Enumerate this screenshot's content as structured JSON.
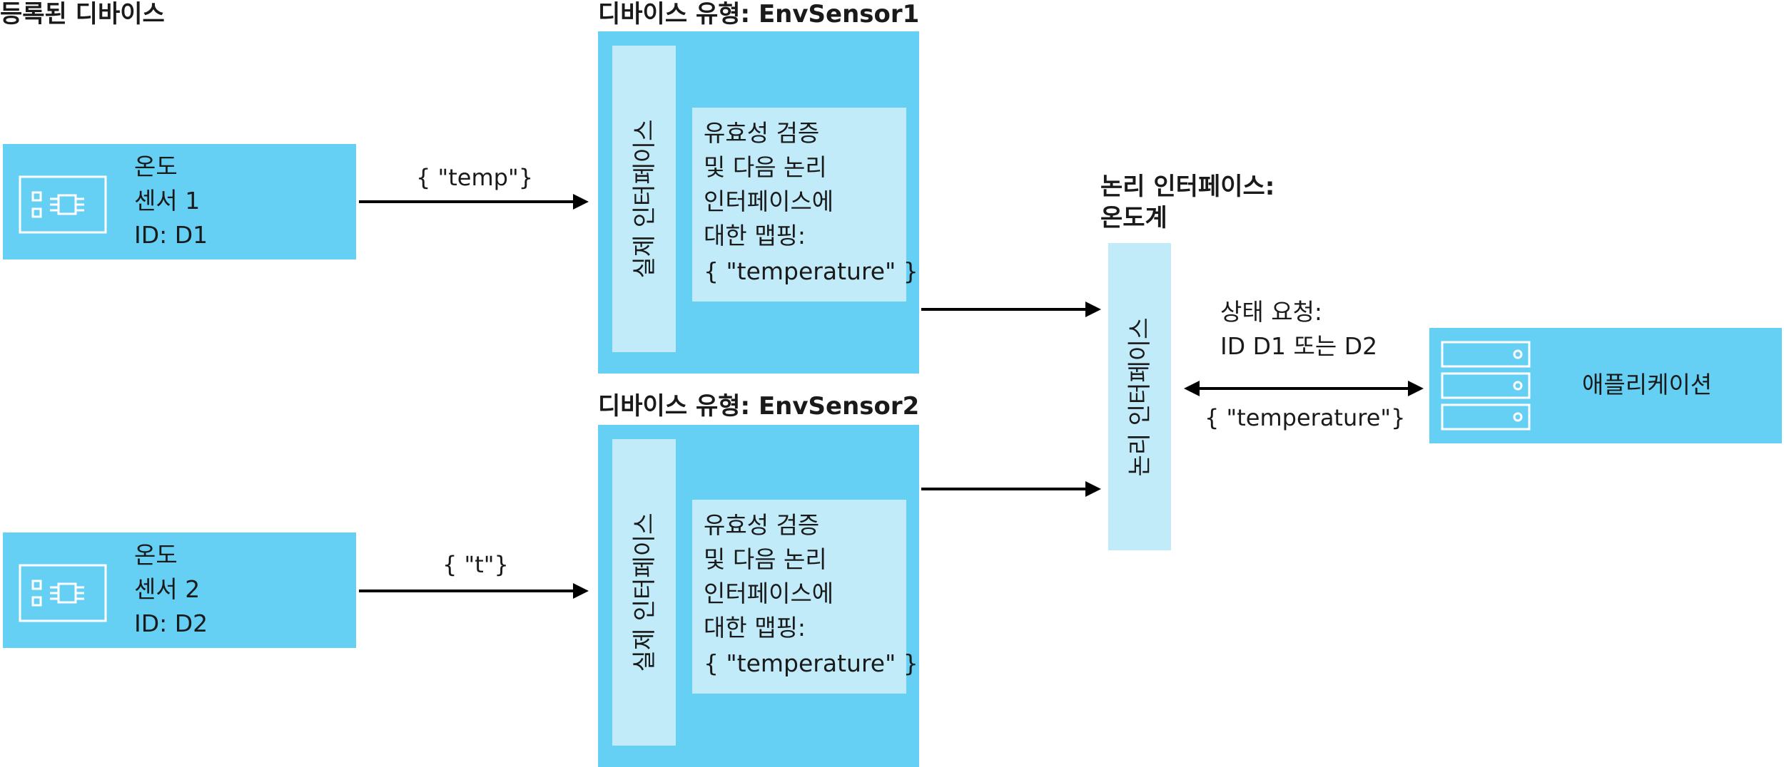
{
  "registered_devices_title": "등록된 디바이스",
  "devices": [
    {
      "line1": "온도",
      "line2": "센서 1",
      "line3": "ID: D1",
      "payload": "{ \"temp\"}"
    },
    {
      "line1": "온도",
      "line2": "센서 2",
      "line3": "ID: D2",
      "payload": "{ \"t\"}"
    }
  ],
  "device_types": [
    {
      "title": "디바이스 유형: EnvSensor1",
      "physical_interface": "실제 인터페이스",
      "mapping_lines": [
        "유효성 검증",
        "및 다음 논리",
        "인터페이스에",
        "대한 맵핑:"
      ],
      "mapping_code": "{ \"temperature\" }"
    },
    {
      "title": "디바이스 유형: EnvSensor2",
      "physical_interface": "실제 인터페이스",
      "mapping_lines": [
        "유효성 검증",
        "및 다음 논리",
        "인터페이스에",
        "대한 맵핑:"
      ],
      "mapping_code": "{ \"temperature\" }"
    }
  ],
  "logical_interface": {
    "title_line1": "논리 인터페이스:",
    "title_line2": "온도계",
    "bar_label": "논리 인터페이스"
  },
  "status_request": {
    "line1": "상태 요청:",
    "line2": "ID D1 또는 D2",
    "payload": "{ \"temperature\"}"
  },
  "application": {
    "label": "애플리케이션"
  },
  "colors": {
    "box": "#66cff4",
    "inner": "#c2ebfa",
    "arrow": "#000000"
  },
  "icons": {
    "device": "chip-icon",
    "application": "server-rack-icon"
  }
}
